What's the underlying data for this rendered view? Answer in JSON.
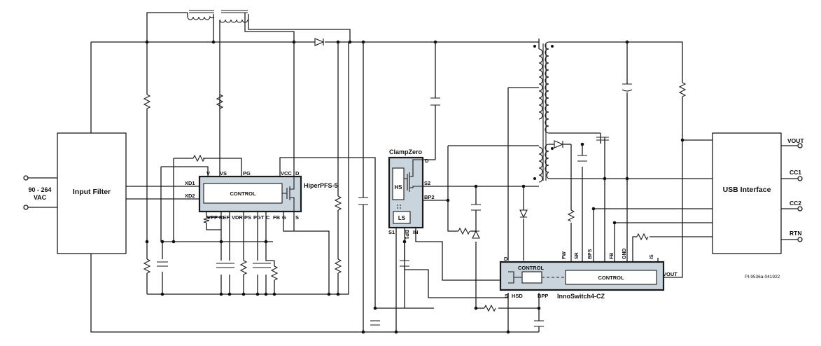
{
  "input": {
    "voltage_label": "90 - 264",
    "unit_label": "VAC"
  },
  "blocks": {
    "input_filter": "Input Filter",
    "usb_interface": "USB Interface"
  },
  "hiperpfs": {
    "name": "HiperPFS-5",
    "core_label": "CONTROL",
    "top_pins": [
      "V",
      "VS",
      "PG",
      "VCC",
      "D"
    ],
    "left_pins": [
      "XD1",
      "XD2"
    ],
    "bottom_pins": [
      "VPP",
      "REF",
      "VDR",
      "PS",
      "PGT",
      "C",
      "FB",
      "G",
      "S"
    ]
  },
  "clampzero": {
    "name": "ClampZero",
    "hs_label": "HS",
    "ls_label": "LS",
    "pin_d": "D",
    "pin_s2": "S2",
    "pin_bp2": "BP2",
    "pin_s1": "S1",
    "pin_bp1": "BP1",
    "pin_in": "IN"
  },
  "innoswitch": {
    "name": "InnoSwitch4-CZ",
    "primary_label": "CONTROL",
    "secondary_label": "CONTROL",
    "pin_d": "D",
    "pin_s": "S",
    "pin_hsd": "HSD",
    "pin_bpp": "BPP",
    "top_pins": [
      "FW",
      "SR",
      "BPS",
      "FB",
      "GND",
      "IS"
    ],
    "pin_vout": "VOUT"
  },
  "outputs": [
    "VOUT",
    "CC1",
    "CC2",
    "RTN"
  ],
  "doc_id": "PI-9536a-041922"
}
